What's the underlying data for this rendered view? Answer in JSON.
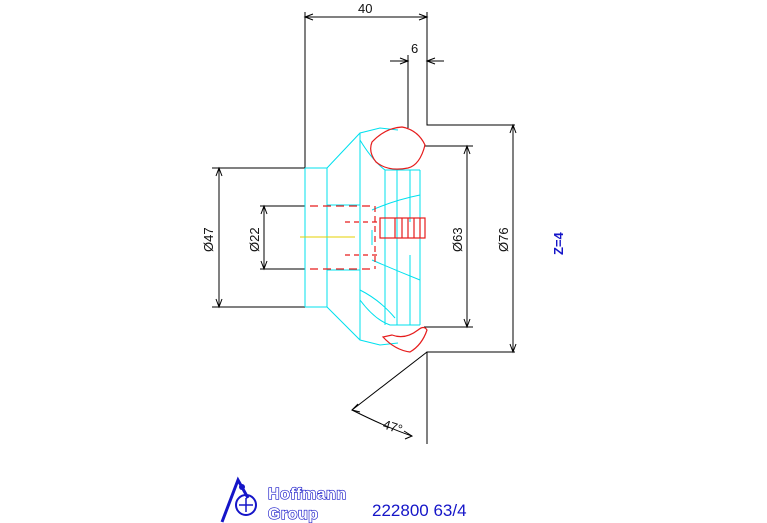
{
  "drawing": {
    "dimensions": {
      "length": "40",
      "offset": "6",
      "d_bore_outer": "Ø47",
      "d_bore_inner": "Ø22",
      "d_insert": "Ø63",
      "d_cutter": "Ø76",
      "angle": "47°"
    },
    "teeth_label": "Z=4"
  },
  "logo": {
    "line1": "Hoffmann",
    "line2": "Group"
  },
  "reference": "222800 63/4",
  "colors": {
    "outline": "#00e0ee",
    "cutting_edge": "#e61c1c",
    "dimension_lines": "#000000",
    "brand_blue": "#1515c8",
    "centerline": "#e6d000"
  }
}
